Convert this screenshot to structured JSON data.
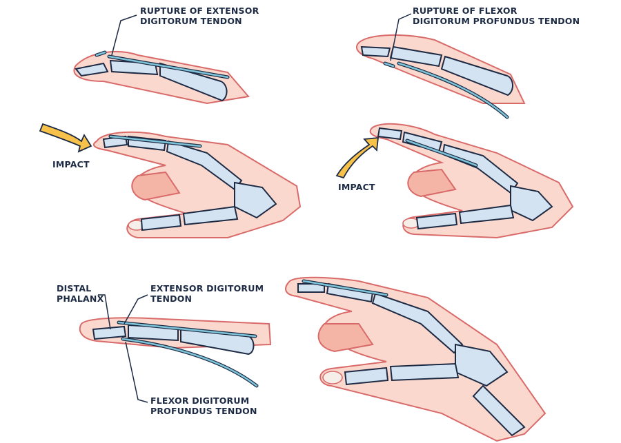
{
  "labels": {
    "rupture_extensor": [
      "RUPTURE OF EXTENSOR",
      "DIGITORUM TENDON"
    ],
    "rupture_flexor": [
      "RUPTURE OF FLEXOR",
      "DIGITORUM PROFUNDUS TENDON"
    ],
    "impact_left": "IMPACT",
    "impact_right": "IMPACT",
    "distal_phalanx": [
      "DISTAL",
      "PHALANX"
    ],
    "extensor_tendon": [
      "EXTENSOR DIGITORUM",
      "TENDON"
    ],
    "flexor_tendon": [
      "FLEXOR DIGITORUM",
      "PROFUNDUS TENDON"
    ]
  },
  "colors": {
    "skin": "#fbd8cd",
    "skin_outline": "#d96a6a",
    "bone": "#d4e3f2",
    "tendon": "#7ec4d9",
    "outline": "#1d2a44",
    "impact_arrow": "#f8c14a"
  }
}
